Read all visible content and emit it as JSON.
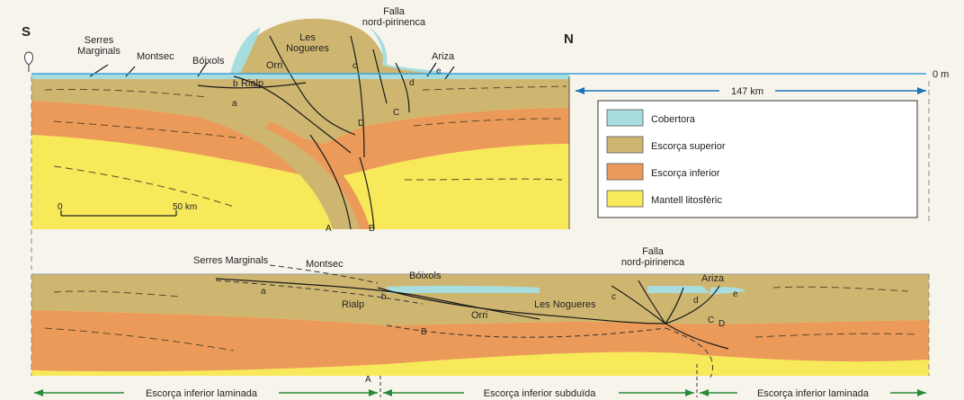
{
  "orientation": {
    "south": "S",
    "north": "N"
  },
  "sea_level_label": "0 m",
  "distance_label": "147 km",
  "scale_bar": {
    "start": "0",
    "end": "50 km"
  },
  "colors": {
    "cobertora": "#a8dde0",
    "escorca_superior": "#cfb670",
    "escorca_inferior": "#eb9a5a",
    "mantell": "#f7e95a",
    "sea_line": "#3fa0d8"
  },
  "legend": [
    {
      "label": "Cobertora",
      "color": "#a8dde0"
    },
    {
      "label": "Escorça superior",
      "color": "#cfb670"
    },
    {
      "label": "Escorça inferior",
      "color": "#eb9a5a"
    },
    {
      "label": "Mantell litosfèric",
      "color": "#f7e95a"
    }
  ],
  "top_section": {
    "labels": {
      "serres": "Serres\nMarginals",
      "montsec": "Montsec",
      "boixols": "Bóixols",
      "nogueres": "Les\nNogueres",
      "orri": "Orri",
      "rialp": "Rialp",
      "falla": "Falla\nnord-pirinenca",
      "ariza": "Ariza"
    },
    "letters": {
      "a": "a",
      "b": "b",
      "c": "c",
      "d": "d",
      "e": "e",
      "A": "A",
      "B": "B",
      "C": "C",
      "D": "D"
    }
  },
  "bottom_section": {
    "labels": {
      "serres": "Serres Marginals",
      "montsec": "Montsec",
      "boixols": "Bóixols",
      "rialp": "Rialp",
      "orri": "Orri",
      "nogueres": "Les Nogueres",
      "falla": "Falla\nnord-pirinenca",
      "ariza": "Ariza"
    },
    "letters": {
      "a": "a",
      "b": "b",
      "c": "c",
      "d": "d",
      "e": "e",
      "A": "A",
      "B": "B",
      "C": "C",
      "D": "D"
    }
  },
  "bottom_bar": {
    "left": "Escorça inferior laminada",
    "middle": "Escorça inferior subduïda",
    "right": "Escorça inferior laminada",
    "marker": "A"
  }
}
